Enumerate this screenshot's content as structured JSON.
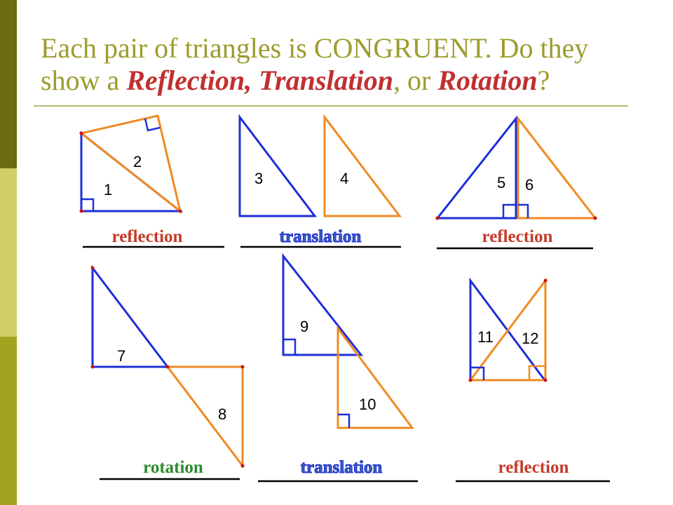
{
  "title": {
    "line1": "Each pair of triangles is CONGRUENT.  Do they",
    "line2_prefix": "show a ",
    "reflection": "Reflection",
    "comma1": ", ",
    "translation": "Translation",
    "comma2": ", or ",
    "rotation": "Rotation",
    "question": "?"
  },
  "colors": {
    "blue_triangle": "#1e2fd8",
    "orange_triangle": "#f08a24",
    "answer_red": "#c43a2a",
    "answer_blue": "#3a5fb0",
    "answer_green": "#2e8a2e"
  },
  "labels": {
    "t1": "1",
    "t2": "2",
    "t3": "3",
    "t4": "4",
    "t5": "5",
    "t6": "6",
    "t7": "7",
    "t8": "8",
    "t9": "9",
    "t10": "10",
    "t11": "11",
    "t12": "12"
  },
  "answers": [
    "reflection",
    "translation",
    "reflection",
    "rotation",
    "translation",
    "reflection"
  ]
}
